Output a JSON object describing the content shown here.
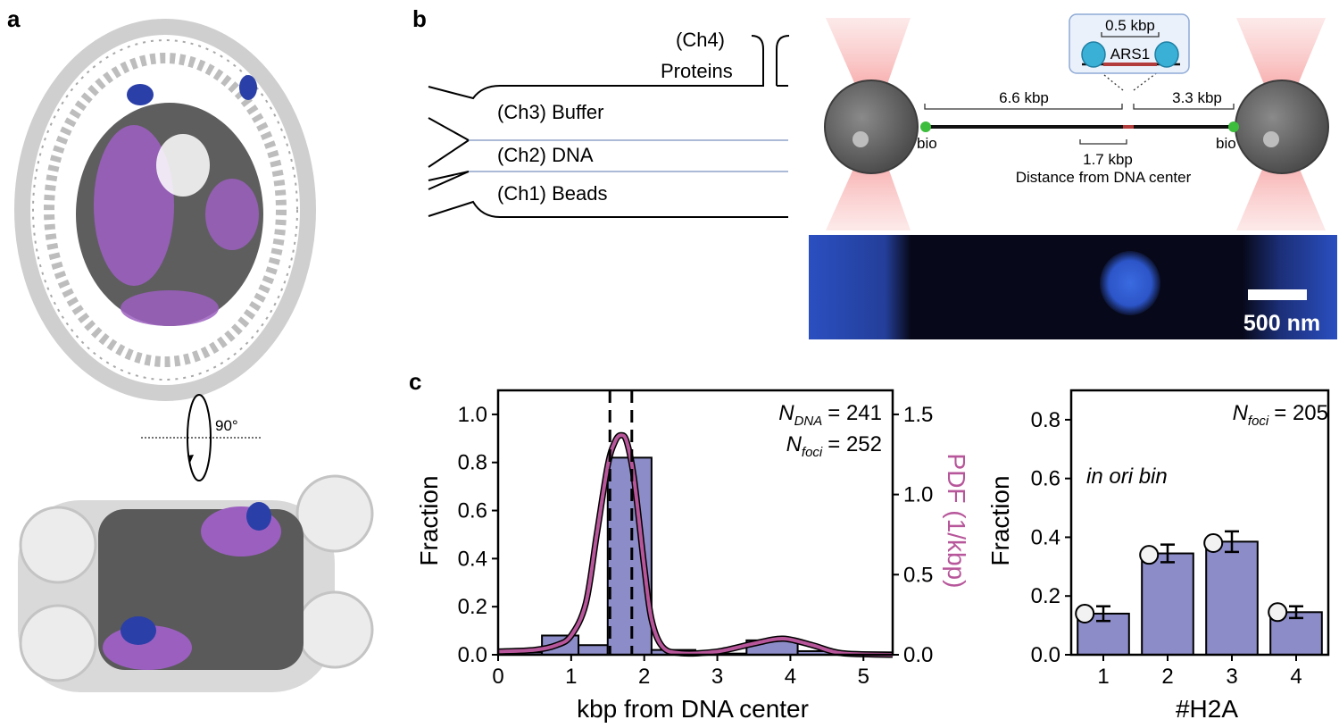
{
  "panels": {
    "a": {
      "label": "a",
      "rotation_label": "90°",
      "colors": {
        "histone_core": "#5a5a5a",
        "h2a": "#9b5fc0",
        "dna": "#c9c9c9",
        "marker": "#2a3fa8"
      }
    },
    "b": {
      "label": "b",
      "channels": {
        "ch4": "(Ch4)",
        "ch4_name": "Proteins",
        "ch3": "(Ch3) Buffer",
        "ch2": "(Ch2) DNA",
        "ch1": "(Ch1) Beads"
      },
      "schematic": {
        "left_arm": "6.6 kbp",
        "right_arm": "3.3 kbp",
        "inset_length": "0.5 kbp",
        "origin_label": "ARS1",
        "offset": "1.7 kbp",
        "offset_caption": "Distance from DNA center",
        "bio_left": "bio",
        "bio_right": "bio"
      },
      "image": {
        "scale_bar": "500 nm"
      }
    },
    "c": {
      "label": "c"
    }
  },
  "chart_data": [
    {
      "type": "bar",
      "xlabel": "kbp from DNA center",
      "ylabel": "Fraction",
      "y2label": "PDF (1/kbp)",
      "xlim": [
        0,
        5.4
      ],
      "ylim": [
        0,
        1.1
      ],
      "y2lim": [
        0,
        1.65
      ],
      "xticks": [
        "0",
        "1",
        "2",
        "3",
        "4",
        "5"
      ],
      "yticks": [
        "0.0",
        "0.2",
        "0.4",
        "0.6",
        "0.8",
        "1.0"
      ],
      "y2ticks": [
        "0.0",
        "0.5",
        "1.0",
        "1.5"
      ],
      "bins": [
        {
          "x0": 0.0,
          "x1": 0.6,
          "value": 0.01
        },
        {
          "x0": 0.6,
          "x1": 1.1,
          "value": 0.08
        },
        {
          "x0": 1.1,
          "x1": 1.5,
          "value": 0.04
        },
        {
          "x0": 1.5,
          "x1": 2.1,
          "value": 0.82
        },
        {
          "x0": 2.1,
          "x1": 2.7,
          "value": 0.02
        },
        {
          "x0": 2.7,
          "x1": 3.4,
          "value": 0.005
        },
        {
          "x0": 3.4,
          "x1": 4.1,
          "value": 0.06
        },
        {
          "x0": 4.1,
          "x1": 4.7,
          "value": 0.015
        },
        {
          "x0": 4.7,
          "x1": 5.4,
          "value": 0.01
        }
      ],
      "dashed_lines_x": [
        1.53,
        1.83
      ],
      "fit_pdf": [
        {
          "x": 0,
          "y": 0.02
        },
        {
          "x": 0.5,
          "y": 0.03
        },
        {
          "x": 0.8,
          "y": 0.06
        },
        {
          "x": 1.0,
          "y": 0.12
        },
        {
          "x": 1.2,
          "y": 0.32
        },
        {
          "x": 1.35,
          "y": 0.75
        },
        {
          "x": 1.5,
          "y": 1.18
        },
        {
          "x": 1.6,
          "y": 1.33
        },
        {
          "x": 1.68,
          "y": 1.37
        },
        {
          "x": 1.76,
          "y": 1.33
        },
        {
          "x": 1.86,
          "y": 1.1
        },
        {
          "x": 2.0,
          "y": 0.55
        },
        {
          "x": 2.1,
          "y": 0.22
        },
        {
          "x": 2.25,
          "y": 0.05
        },
        {
          "x": 2.5,
          "y": 0.01
        },
        {
          "x": 3.0,
          "y": 0.02
        },
        {
          "x": 3.5,
          "y": 0.07
        },
        {
          "x": 3.9,
          "y": 0.1
        },
        {
          "x": 4.3,
          "y": 0.06
        },
        {
          "x": 4.7,
          "y": 0.01
        },
        {
          "x": 5.4,
          "y": 0.0
        }
      ],
      "annotations": {
        "n_dna_sym": "N",
        "n_dna_sub": "DNA",
        "n_dna_val": "= 241",
        "n_foci_sym": "N",
        "n_foci_sub": "foci",
        "n_foci_val": "= 252"
      },
      "colors": {
        "bars": "#8c8cc8",
        "fit": "#b7569a"
      }
    },
    {
      "type": "bar",
      "xlabel": "#H2A",
      "ylabel": "Fraction",
      "categories": [
        "1",
        "2",
        "3",
        "4"
      ],
      "values": [
        0.14,
        0.345,
        0.385,
        0.145
      ],
      "errors": [
        0.025,
        0.03,
        0.035,
        0.02
      ],
      "markers": [
        0.14,
        0.34,
        0.38,
        0.145
      ],
      "ylim": [
        0,
        0.9
      ],
      "yticks": [
        "0.0",
        "0.2",
        "0.4",
        "0.6",
        "0.8"
      ],
      "annotations": {
        "n_foci_sym": "N",
        "n_foci_sub": "foci",
        "n_foci_val": "= 205",
        "bin_note": "in ori bin"
      },
      "colors": {
        "bars": "#8c8cc8"
      }
    }
  ]
}
